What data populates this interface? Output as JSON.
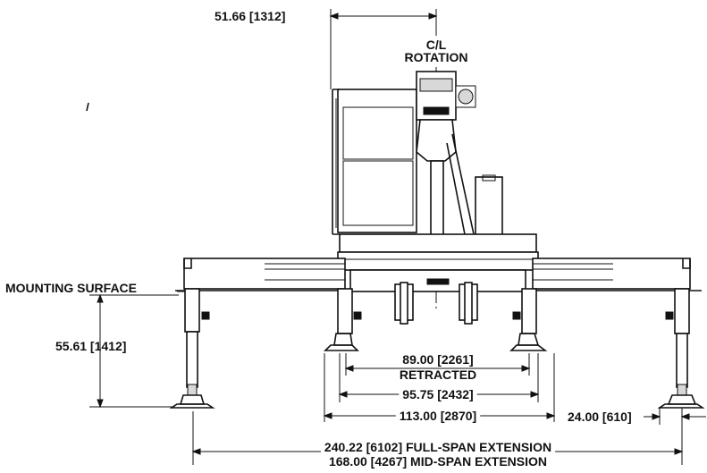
{
  "labels": {
    "top_dim": "51.66 [1312]",
    "cl_line1": "C/L",
    "cl_line2": "ROTATION",
    "mounting_surface": "MOUNTING SURFACE",
    "height_dim": "55.61 [1412]",
    "retracted_dim": "89.00 [2261]",
    "retracted": "RETRACTED",
    "dim_9575": "95.75 [2432]",
    "dim_113": "113.00 [2870]",
    "dim_24": "24.00 [610]",
    "full_span": "240.22 [6102] FULL-SPAN EXTENSION",
    "mid_span": "168.00 [4267] MID-SPAN EXTENSION"
  }
}
